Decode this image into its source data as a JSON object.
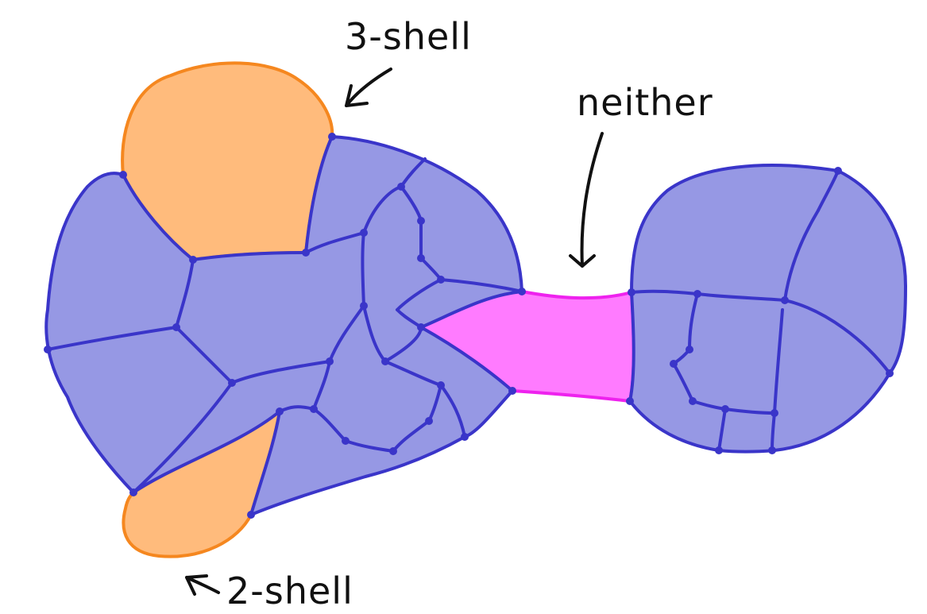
{
  "colors": {
    "blue_fill": "#9698e4",
    "blue_stroke": "#3a35c9",
    "orange_fill": "#ffbb7c",
    "orange_stroke": "#f5871f",
    "magenta_fill": "#ff7bff",
    "magenta_stroke": "#ee22ee",
    "ink": "#111111"
  },
  "labels": {
    "three_shell": "3-shell",
    "neither": "neither",
    "two_shell": "2-shell"
  }
}
